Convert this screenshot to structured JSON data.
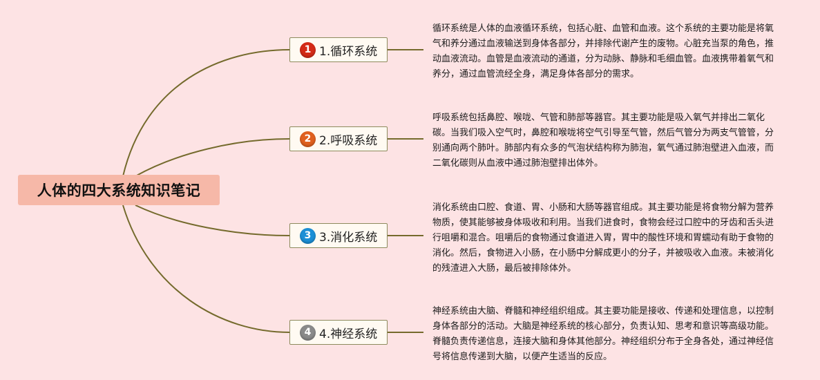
{
  "title": "人体的四大系统知识笔记",
  "colors": {
    "background": "#fde3e4",
    "root_fill": "#f6b8a8",
    "connector": "#746a2c",
    "branch_fill": "#fffaf2",
    "branch_border": "#8d8a5c"
  },
  "branches": [
    {
      "number": "1",
      "label": "1.循环系统",
      "badge_color": "#d42a16",
      "note": "循环系统是人体的血液循环系统，包括心脏、血管和血液。这个系统的主要功能是将氧气和养分通过血液输送到身体各部分，并排除代谢产生的废物。心脏充当泵的角色，推动血液流动。血管是血液流动的通道，分为动脉、静脉和毛细血管。血液携带着氧气和养分，通过血管流经全身，满足身体各部分的需求。"
    },
    {
      "number": "2",
      "label": "2.呼吸系统",
      "badge_color": "#e0601e",
      "note": "呼吸系统包括鼻腔、喉咙、气管和肺部等器官。其主要功能是吸入氧气并排出二氧化碳。当我们吸入空气时，鼻腔和喉咙将空气引导至气管，然后气管分为两支气管管，分别通向两个肺叶。肺部内有众多的气泡状结构称为肺泡，氧气通过肺泡壁进入血液，而二氧化碳则从血液中通过肺泡壁排出体外。"
    },
    {
      "number": "3",
      "label": "3.消化系统",
      "badge_color": "#1c8fd6",
      "note": "消化系统由口腔、食道、胃、小肠和大肠等器官组成。其主要功能是将食物分解为营养物质，使其能够被身体吸收和利用。当我们进食时，食物会经过口腔中的牙齿和舌头进行咀嚼和混合。咀嚼后的食物通过食道进入胃，胃中的酸性环境和胃蠕动有助于食物的消化。然后，食物进入小肠，在小肠中分解成更小的分子，并被吸收入血液。未被消化的残渣进入大肠，最后被排除体外。"
    },
    {
      "number": "4",
      "label": "4.神经系统",
      "badge_color": "#8a8a8a",
      "note": "神经系统由大脑、脊髓和神经组织组成。其主要功能是接收、传递和处理信息，以控制身体各部分的活动。大脑是神经系统的核心部分，负责认知、思考和意识等高级功能。脊髓负责传递信息，连接大脑和身体其他部分。神经组织分布于全身各处，通过神经信号将信息传递到大脑，以便产生适当的反应。"
    }
  ]
}
